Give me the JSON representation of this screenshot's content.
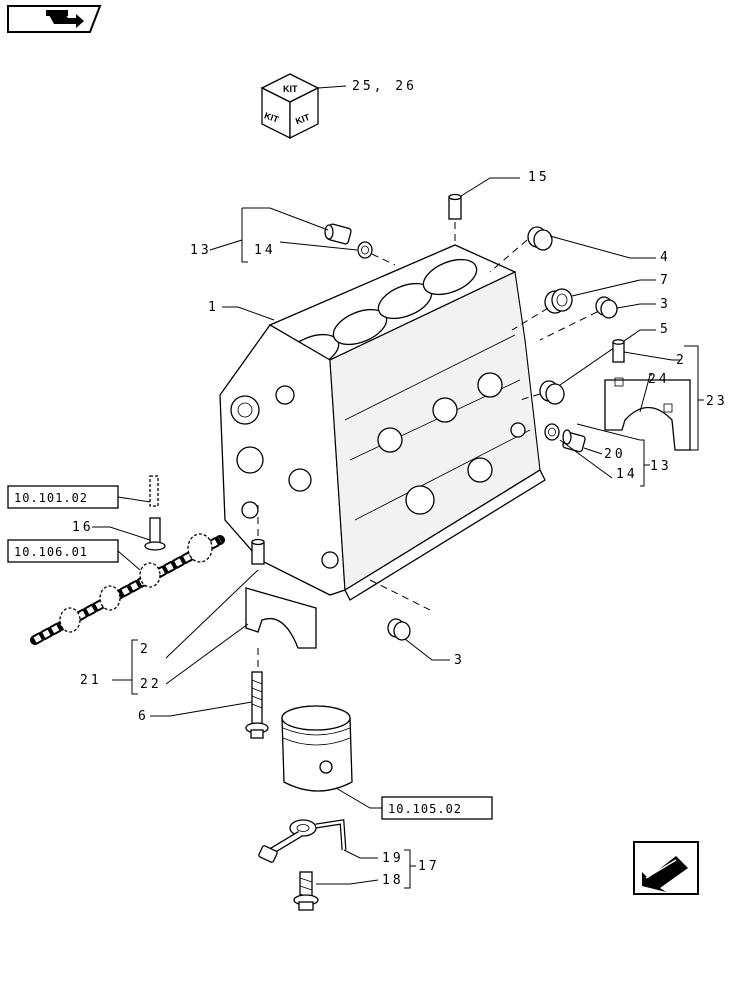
{
  "callouts": {
    "c1": "1",
    "c2a": "2",
    "c2b": "2",
    "c3a": "3",
    "c3b": "3",
    "c4": "4",
    "c5": "5",
    "c6": "6",
    "c7": "7",
    "c13a": "13",
    "c13b": "13",
    "c14a": "14",
    "c14b": "14",
    "c15": "15",
    "c16": "16",
    "c17": "17",
    "c18": "18",
    "c19": "19",
    "c20": "20",
    "c21": "21",
    "c22": "22",
    "c23": "23",
    "c24": "24",
    "c2526": "25, 26"
  },
  "references": {
    "r101": "10.101.02",
    "r106": "10.106.01",
    "r105": "10.105.02"
  },
  "kit_label": "KIT",
  "icons": {
    "top_left": "book-arrow-icon",
    "bottom_right": "next-page-arrow-icon"
  }
}
